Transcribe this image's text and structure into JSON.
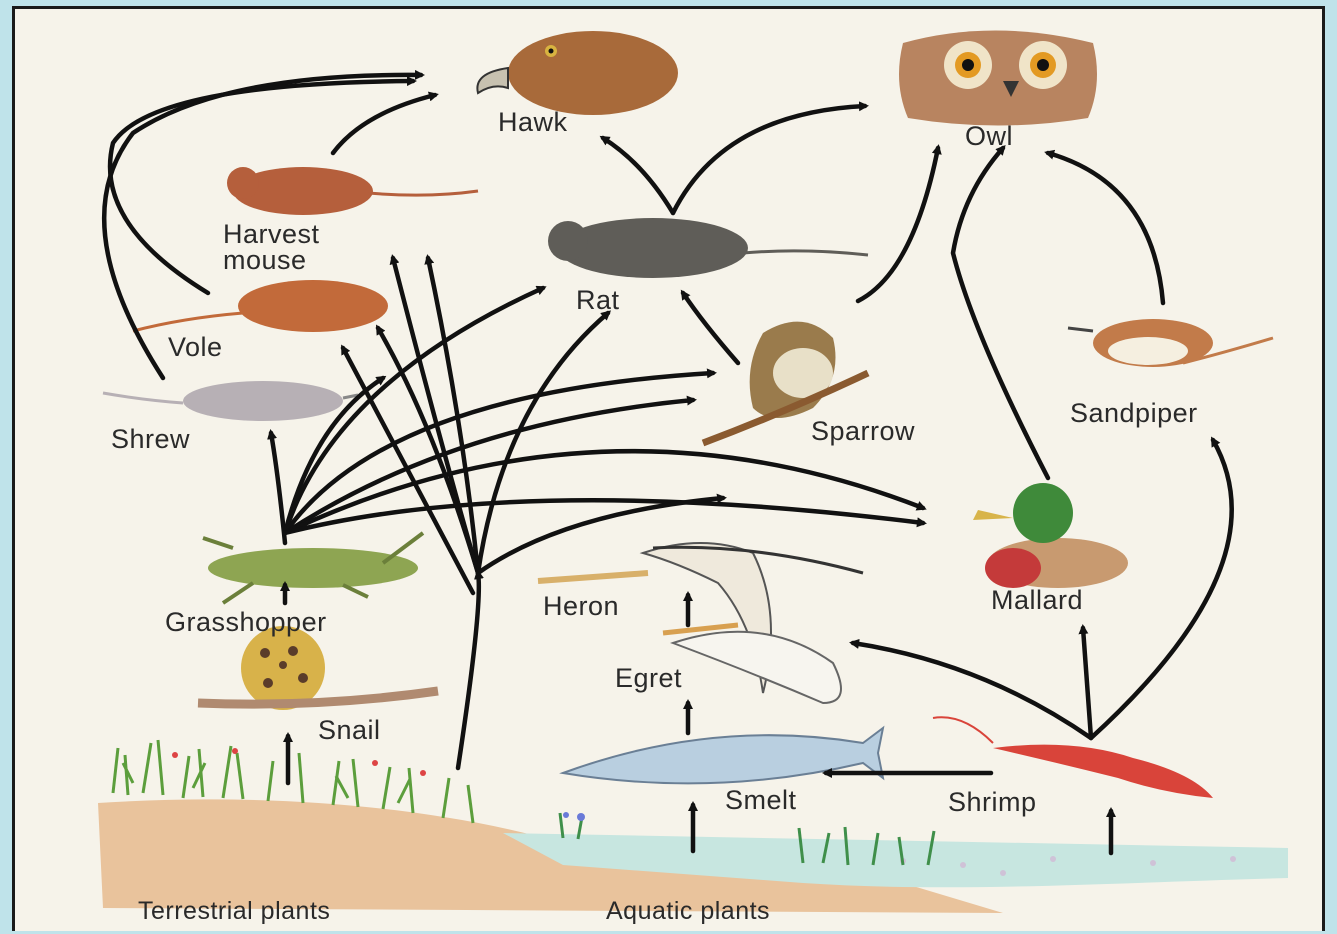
{
  "diagram": {
    "organisms": {
      "hawk": "Hawk",
      "owl": "Owl",
      "harvest_mouse_line1": "Harvest",
      "harvest_mouse_line2": "mouse",
      "rat": "Rat",
      "vole": "Vole",
      "shrew": "Shrew",
      "sparrow": "Sparrow",
      "sandpiper": "Sandpiper",
      "grasshopper": "Grasshopper",
      "snail": "Snail",
      "heron": "Heron",
      "egret": "Egret",
      "mallard": "Mallard",
      "smelt": "Smelt",
      "shrimp": "Shrimp"
    },
    "producers": {
      "terrestrial": "Terrestrial plants",
      "aquatic": "Aquatic plants"
    },
    "colors": {
      "background": "#f6f3ea",
      "page_border": "#bfe3ea",
      "arrow": "#111111",
      "water": "#bfe3df",
      "soil": "#e6b98c",
      "grass": "#6aa84f"
    }
  }
}
